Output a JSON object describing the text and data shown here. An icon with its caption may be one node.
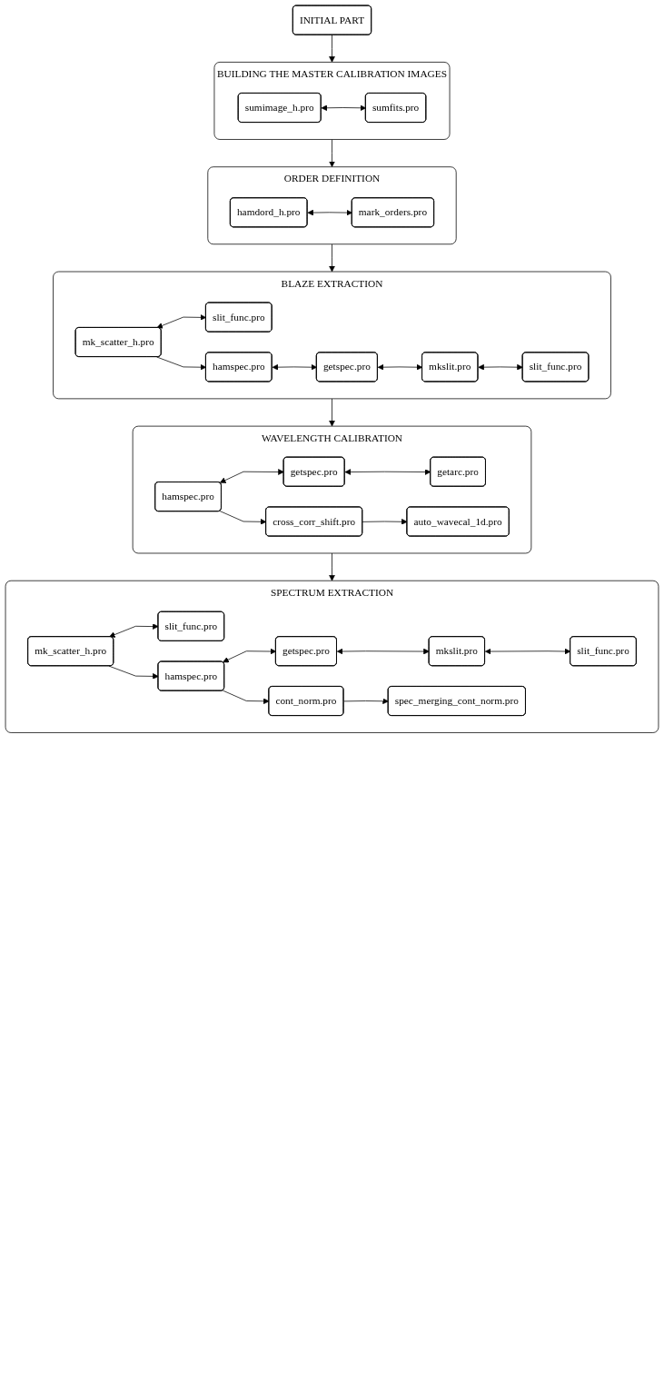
{
  "diagram": {
    "nodes": [
      {
        "text": [
          "INITIAL PART"
        ]
      },
      {
        "text": [
          "BUILDING THE MASTER CALIBRATION IMAGES"
        ]
      },
      {
        "text": [
          "sumimage_h.pro"
        ],
        "in": 1
      },
      {
        "text": [
          "sumfits.pro"
        ],
        "in": 1
      },
      {
        "text": [
          "ORDER DEFINITION"
        ]
      },
      {
        "text": [
          "hamdord_h.pro"
        ],
        "in": 4
      },
      {
        "text": [
          "mark_orders.pro"
        ],
        "in": 4
      },
      {
        "text": [
          "BLAZE EXTRACTION"
        ]
      },
      {
        "text": [
          "mk_scatter_h.pro"
        ],
        "in": 7
      },
      {
        "text": [
          "slit_func.pro"
        ],
        "in": 7
      },
      {
        "text": [
          "hamspec.pro"
        ],
        "in": 7
      },
      {
        "text": [
          "getspec.pro"
        ],
        "in": 7
      },
      {
        "text": [
          "mkslit.pro"
        ],
        "in": 7
      },
      {
        "text": [
          "slit_func.pro"
        ],
        "in": 7
      },
      {
        "text": [
          "WAVELENGTH CALIBRATION"
        ]
      },
      {
        "text": [
          "hamspec.pro"
        ],
        "in": 14
      },
      {
        "text": [
          "getspec.pro"
        ],
        "in": 14
      },
      {
        "text": [
          "getarc.pro"
        ],
        "in": 14
      },
      {
        "text": [
          "cross_corr_shift.pro"
        ],
        "in": 14
      },
      {
        "text": [
          "auto_wavecal_1d.pro"
        ],
        "in": 14
      },
      {
        "text": [
          "SPECTRUM EXTRACTION"
        ]
      },
      {
        "text": [
          "mk_scatter_h.pro"
        ],
        "in": 20
      },
      {
        "text": [
          "slit_func.pro"
        ],
        "in": 20
      },
      {
        "text": [
          "hamspec.pro"
        ],
        "in": 20
      },
      {
        "text": [
          "getspec.pro"
        ],
        "in": 20
      },
      {
        "text": [
          "mkslit.pro"
        ],
        "in": 20
      },
      {
        "text": [
          "slit_func.pro"
        ],
        "in": 20
      },
      {
        "text": [
          "cont_norm.pro"
        ],
        "in": 20
      },
      {
        "text": [
          "spec_merging_cont_norm.pro"
        ],
        "in": 20
      }
    ],
    "edges": [
      {
        "from": 0,
        "to": 1,
        "arrow": "to"
      },
      {
        "from": 2,
        "to": 3,
        "arrow": "both"
      },
      {
        "from": 1,
        "to": 4,
        "arrow": "to"
      },
      {
        "from": 5,
        "to": 6,
        "arrow": "both"
      },
      {
        "from": 4,
        "to": 7,
        "arrow": "to"
      },
      {
        "from": 8,
        "to": 9,
        "arrow": "both"
      },
      {
        "from": 8,
        "to": 10,
        "arrow": "to"
      },
      {
        "from": 10,
        "to": 11,
        "arrow": "both"
      },
      {
        "from": 11,
        "to": 12,
        "arrow": "both"
      },
      {
        "from": 12,
        "to": 13,
        "arrow": "both"
      },
      {
        "from": 7,
        "to": 14,
        "arrow": "to"
      },
      {
        "from": 15,
        "to": 16,
        "arrow": "both"
      },
      {
        "from": 16,
        "to": 17,
        "arrow": "both"
      },
      {
        "from": 15,
        "to": 18,
        "arrow": "to"
      },
      {
        "from": 18,
        "to": 19,
        "arrow": "to"
      },
      {
        "from": 14,
        "to": 20,
        "arrow": "to"
      },
      {
        "from": 21,
        "to": 22,
        "arrow": "both"
      },
      {
        "from": 21,
        "to": 23,
        "arrow": "to"
      },
      {
        "from": 23,
        "to": 24,
        "arrow": "both"
      },
      {
        "from": 24,
        "to": 25,
        "arrow": "both"
      },
      {
        "from": 25,
        "to": 26,
        "arrow": "both"
      },
      {
        "from": 23,
        "to": 27,
        "arrow": "to"
      },
      {
        "from": 27,
        "to": 28,
        "arrow": "to"
      }
    ]
  }
}
